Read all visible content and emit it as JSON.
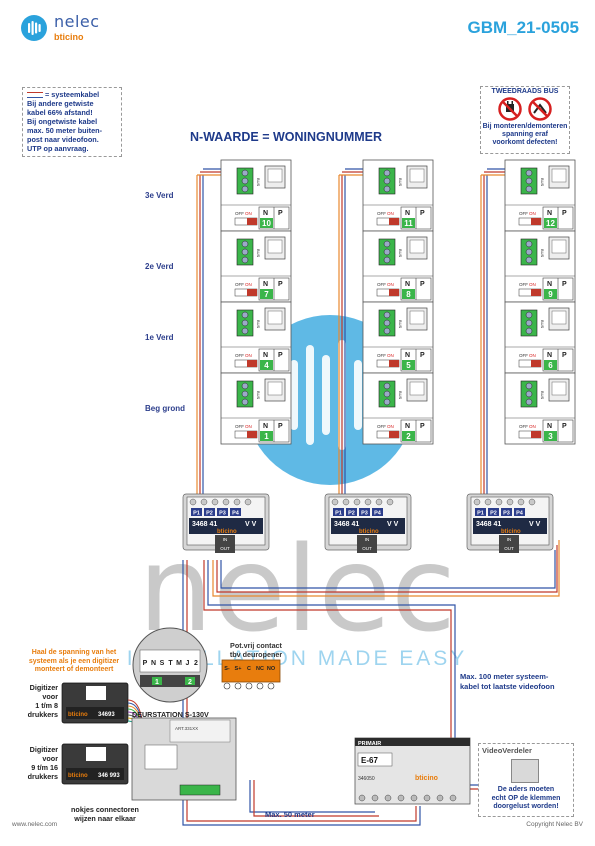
{
  "header": {
    "logo_text": "nelec",
    "logo_sub": "bticino",
    "doc_code": "GBM_21-0505"
  },
  "system_cable_note": {
    "title": "= systeemkabel",
    "lines": [
      "Bij andere getwiste",
      "kabel 66% afstand!",
      "Bij ongetwiste kabel",
      "max. 50 meter buiten-",
      "post naar videofoon.",
      "UTP op aanvraag."
    ]
  },
  "bus_warning": {
    "title": "TWEEDRAADS BUS",
    "lines": [
      "Bij monteren/demonteren",
      "spanning eraf",
      "voorkomt defecten!"
    ]
  },
  "main_title": "N-WAARDE = WONINGNUMMER",
  "floors": [
    "3e Verd",
    "2e Verd",
    "1e Verd",
    "Beg grond"
  ],
  "apartments": [
    [
      "10",
      "11",
      "12"
    ],
    [
      "7",
      "8",
      "9"
    ],
    [
      "4",
      "5",
      "6"
    ],
    [
      "1",
      "2",
      "3"
    ]
  ],
  "unit_labels": {
    "off": "OFF",
    "on": "ON",
    "n": "N",
    "p": "P",
    "bus": "BUS"
  },
  "distributor": {
    "ports": [
      "P1",
      "P2",
      "P3",
      "P4"
    ],
    "model": "3468 41",
    "vv": "V V",
    "brand": "bticino",
    "in": "IN",
    "out": "OUT"
  },
  "power_note": [
    "Haal de spanning van het",
    "systeem als je een digitizer",
    "monteert of demonteert"
  ],
  "connector_labels": [
    "P",
    "N",
    "S",
    "T",
    "M",
    "J",
    "2"
  ],
  "connector_numbers": [
    "1",
    "2"
  ],
  "digitizer_1": {
    "label": [
      "Digitizer",
      "voor",
      "1 t/m 8",
      "drukkers"
    ],
    "model": "34693",
    "brand": "bticino"
  },
  "digitizer_2": {
    "label": [
      "Digitizer",
      "voor",
      "9 t/m 16",
      "drukkers"
    ],
    "model": "346 993",
    "brand": "bticino"
  },
  "door_station": {
    "label": "DEURSTATION S-130V",
    "model_tag": "ART.331XX"
  },
  "notch_note": [
    "nokjes connectoren",
    "wijzen naar elkaar"
  ],
  "contact_note": {
    "lines": [
      "Pot.vrij contact",
      "tbv deuropener"
    ],
    "terminals": [
      "S-",
      "S+",
      "C",
      "NC",
      "NO"
    ]
  },
  "max100_note": [
    "Max. 100 meter systeem-",
    "kabel tot laatste videofoon"
  ],
  "max50_note": "Max. 50 meter",
  "power_supply": {
    "primary": "PRIMAIR",
    "model": "E-67",
    "part": "346050",
    "brand": "bticino"
  },
  "video_splitter": {
    "title": "VideoVerdeler",
    "lines": [
      "De aders moeten",
      "echt OP de klemmen",
      "doorgelust worden!"
    ]
  },
  "watermark": {
    "big": "nelec",
    "tagline": "INSTALLATION MADE EASY"
  },
  "footer": {
    "left": "www.nelec.com",
    "right": "Copyright Nelec BV"
  },
  "colors": {
    "accent_blue": "#2aa2dc",
    "title_navy": "#1e3a8a",
    "warning_orange": "#e87d0d",
    "green_number": "#3bb54a",
    "cable_red": "#c0392b",
    "cable_blue": "#3155a6",
    "cable_orange": "#e8892f"
  }
}
